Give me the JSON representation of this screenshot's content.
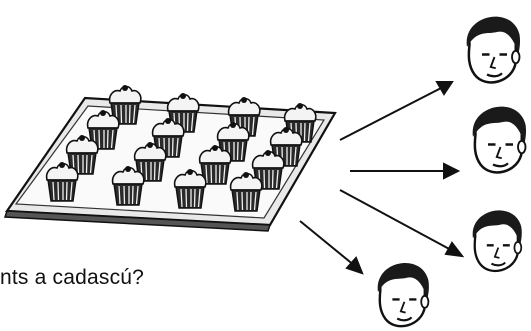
{
  "question": {
    "text": "nts a cadascú?"
  },
  "illustration": {
    "tray": {
      "cupcake_count": 16
    },
    "arrows": {
      "count": 4
    },
    "people": [
      "person-face-top-right",
      "person-face-middle-right",
      "person-face-lower-right",
      "person-face-bottom"
    ]
  }
}
